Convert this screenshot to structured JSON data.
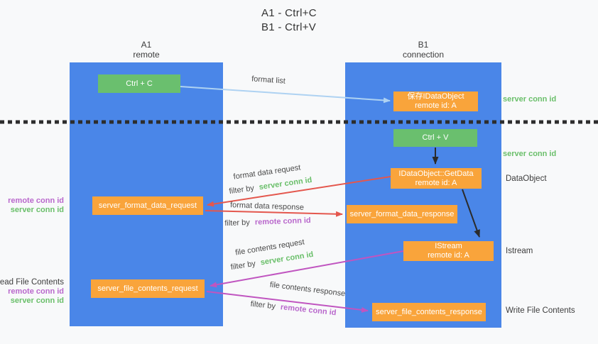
{
  "title": {
    "line1": "A1 - Ctrl+C",
    "line2": "B1 - Ctrl+V"
  },
  "lanes": {
    "left": {
      "name": "A1",
      "subtitle": "remote"
    },
    "right": {
      "name": "B1",
      "subtitle": "connection"
    }
  },
  "boxes": {
    "ctrl_c": {
      "label": "Ctrl + C"
    },
    "save_dataobject": {
      "line1": "保存IDataObject",
      "line2": "remote id: A"
    },
    "ctrl_v": {
      "label": "Ctrl + V"
    },
    "getdata": {
      "line1": "IDataObject::GetData",
      "line2": "remote id: A"
    },
    "format_request": {
      "label": "server_format_data_request"
    },
    "format_response": {
      "label": "server_format_data_response"
    },
    "istream": {
      "line1": "IStream",
      "line2": "remote id: A"
    },
    "file_request": {
      "label": "server_file_contents_request"
    },
    "file_response": {
      "label": "server_file_contents_response"
    }
  },
  "side_labels": {
    "left_format": {
      "remote": "remote conn id",
      "server": "server conn id"
    },
    "left_file": {
      "title": "Read File Contents",
      "remote": "remote conn id",
      "server": "server conn id"
    },
    "right_save": "server conn id",
    "right_ctrlv": "server conn id",
    "right_dataobject": "DataObject",
    "right_istream": "Istream",
    "right_write": "Write File Contents"
  },
  "arrow_labels": {
    "format_list": "format list",
    "format_data_request": "format data request",
    "format_data_response": "format data response",
    "file_contents_request": "file contents request",
    "file_contents_response": "file contents response",
    "filter_by": "filter by",
    "server_conn_id": "server conn id",
    "remote_conn_id": "remote conn id"
  },
  "colors": {
    "lane_blue": "#4a86e8",
    "box_green": "#6abf6e",
    "box_orange": "#f9a43b",
    "arrow_blue": "#aed2f2",
    "arrow_red": "#e4574d",
    "arrow_magenta": "#c055c0",
    "arrow_black": "#2b2b2b",
    "text_green": "#6abf6a",
    "text_purple": "#b968cc",
    "divider_black": "#2d2d2d"
  }
}
